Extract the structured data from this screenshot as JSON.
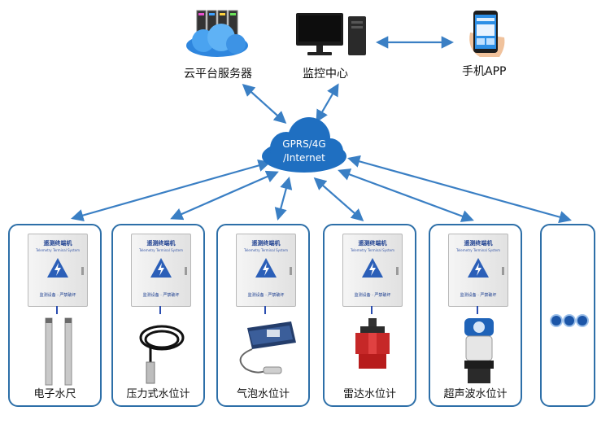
{
  "top": {
    "cloud_server_label": "云平台服务器",
    "monitor_center_label": "监控中心",
    "mobile_app_label": "手机APP"
  },
  "network": {
    "line1": "GPRS/4G",
    "line2": "/Internet"
  },
  "terminal": {
    "title": "遥测终端机",
    "subtitle": "Telemetry Terminal System",
    "footer": "监测设备 · 严禁破坏"
  },
  "devices": [
    {
      "label": "电子水尺"
    },
    {
      "label": "压力式水位计"
    },
    {
      "label": "气泡水位计"
    },
    {
      "label": "雷达水位计"
    },
    {
      "label": "超声波水位计"
    }
  ],
  "colors": {
    "accent": "#2d6fa8",
    "arrow": "#3a7fc4",
    "cloud": "#1f6fc1"
  },
  "icons": {
    "more": "ellipsis-dots-icon"
  }
}
